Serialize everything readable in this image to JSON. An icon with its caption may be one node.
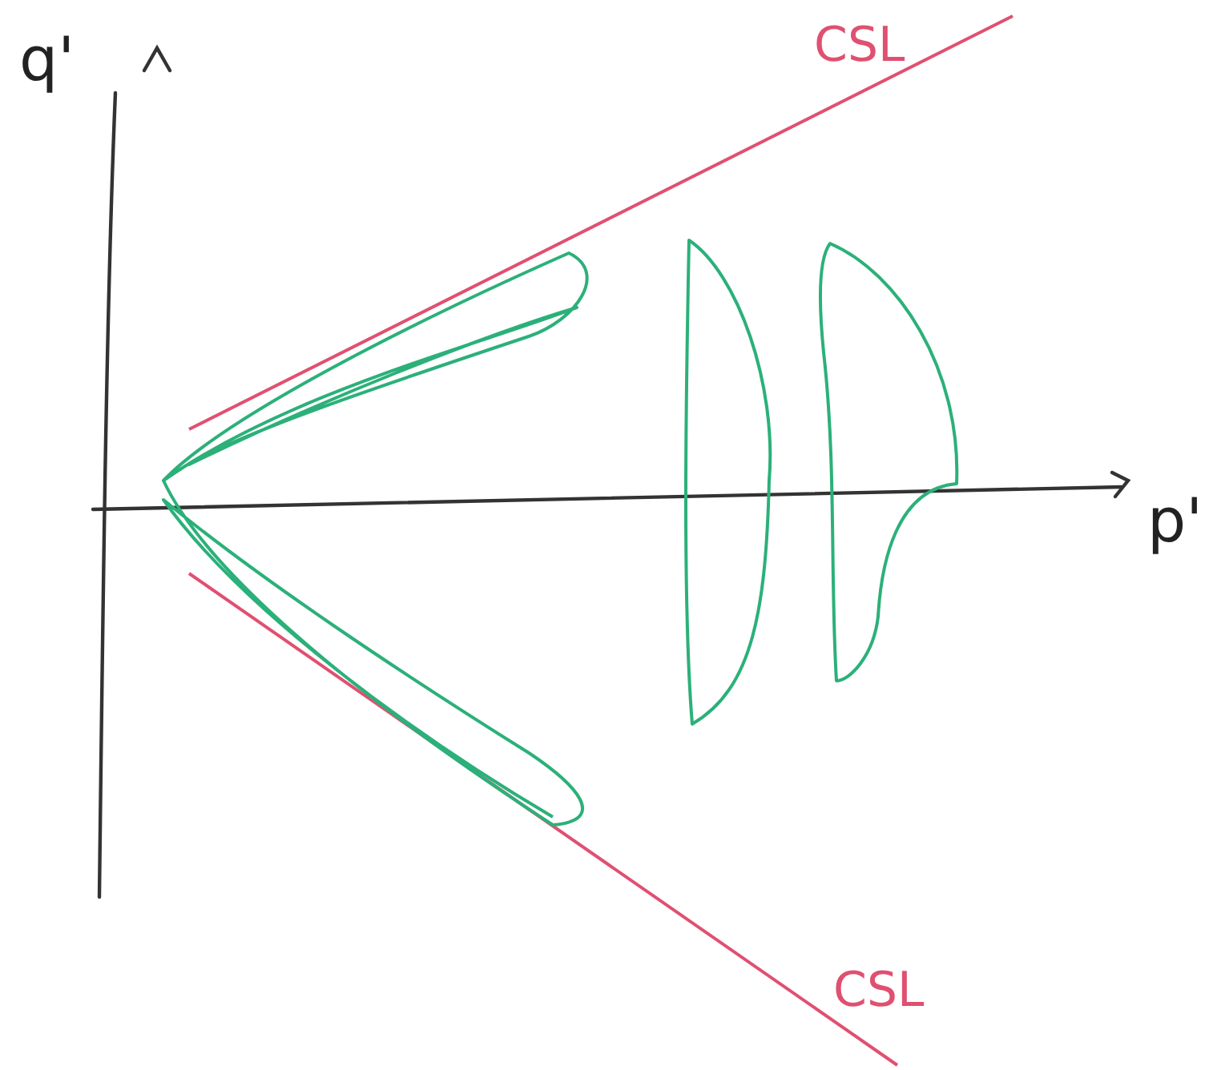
{
  "diagram": {
    "labels": [
      "q'",
      "CSL",
      "p'",
      "CSL"
    ]
  }
}
